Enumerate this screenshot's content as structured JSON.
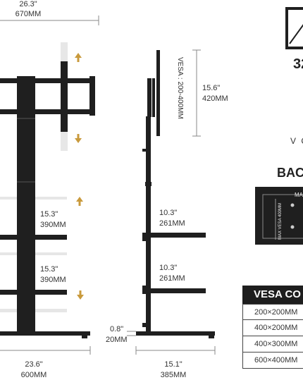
{
  "labels": {
    "top_width_in": "26.3\"",
    "top_width_mm": "670MM",
    "vesa_vertical": "VESA : 200-400MM",
    "mount_height_in": "15.6\"",
    "mount_height_mm": "420MM",
    "shelf_gap1_in": "15.3\"",
    "shelf_gap1_mm": "390MM",
    "shelf_gap2_in": "15.3\"",
    "shelf_gap2_mm": "390MM",
    "side_gap1_in": "10.3\"",
    "side_gap1_mm": "261MM",
    "side_gap2_in": "10.3\"",
    "side_gap2_mm": "261MM",
    "base_height_in": "0.8\"",
    "base_height_mm": "20MM",
    "front_width_in": "23.6\"",
    "front_width_mm": "600MM",
    "side_width_in": "15.1\"",
    "side_width_mm": "385MM"
  },
  "right_panel": {
    "size_text": "32",
    "view_text": "V C",
    "back_heading": "BAC",
    "back_box_max": "MAX",
    "back_box_vesa": "MAX VESA 400MM"
  },
  "vesa_table": {
    "heading": "VESA CO",
    "rows": [
      "200×200MM",
      "400×200MM",
      "400×300MM",
      "600×400MM"
    ]
  },
  "colors": {
    "structure": "#1f1f1f",
    "arrow": "#c99a3c",
    "line": "#888888",
    "table_header": "#1e1e1e"
  }
}
